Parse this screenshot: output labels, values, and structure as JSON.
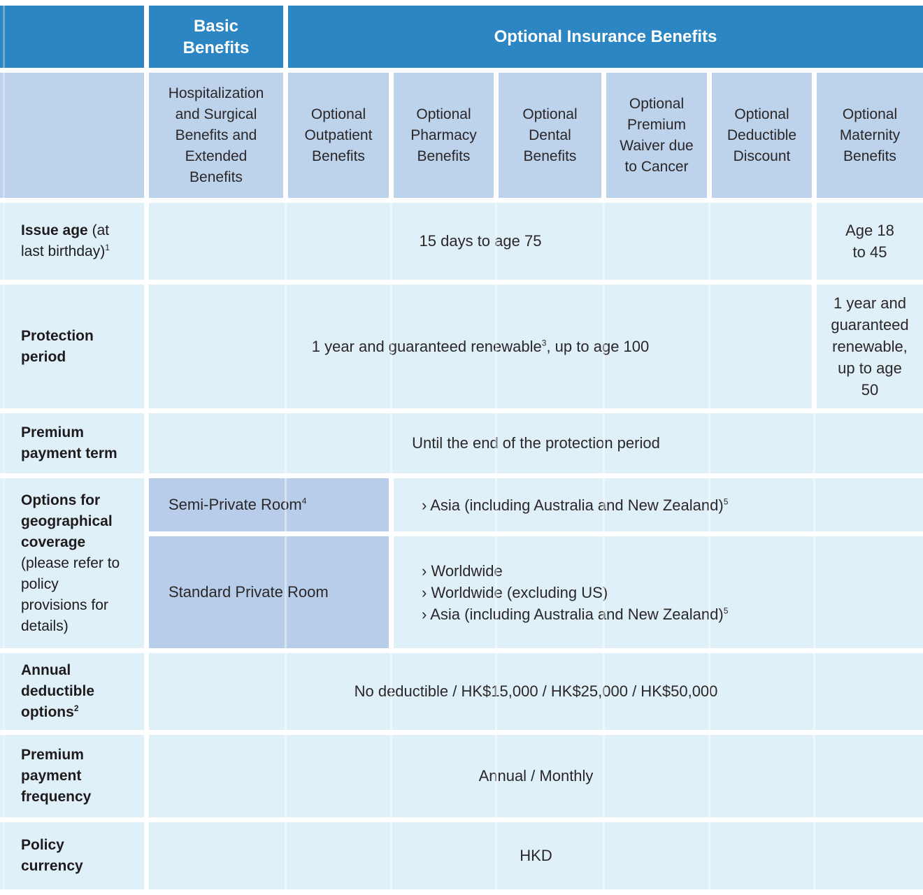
{
  "colors": {
    "header_blue": "#2b86c3",
    "column_header_blue": "#bdd2eb",
    "body_row_blue": "#dff0f9",
    "highlight_cell_blue": "#b7cdea",
    "header_text": "#ffffff",
    "body_text": "#262223"
  },
  "header": {
    "basic": "Basic\nBenefits",
    "optional": "Optional Insurance Benefits"
  },
  "columns": [
    "Hospitalization and Surgical Benefits and Extended Benefits",
    "Optional Outpatient Benefits",
    "Optional Pharmacy Benefits",
    "Optional Dental Benefits",
    "Optional Premium Waiver due to Cancer",
    "Optional Deductible Discount",
    "Optional Maternity Benefits"
  ],
  "rows": {
    "issue_age": {
      "label_bold": "Issue age",
      "label_normal": "(at last birthday)",
      "label_sup": "1",
      "value": "15 days to age 75",
      "maternity": "Age 18\nto 45"
    },
    "protection": {
      "label_bold": "Protection period",
      "value_main": "1 year and guaranteed renewable",
      "value_sup": "3",
      "value_tail": ", up to age 100",
      "maternity": "1 year and\nguaranteed\nrenewable,\nup to age\n50"
    },
    "premium_term": {
      "label_bold": "Premium payment term",
      "value": "Until the end of the protection period"
    },
    "geo": {
      "label_bold": "Options for geographical coverage",
      "label_normal": "(please refer to policy provisions for details)",
      "sub1": {
        "room": "Semi-Private Room",
        "room_sup": "4",
        "options": [
          {
            "bullet": "›",
            "text": "Asia (including Australia and New Zealand)",
            "sup": "5"
          }
        ]
      },
      "sub2": {
        "room": "Standard Private Room",
        "options": [
          {
            "bullet": "›",
            "text": "Worldwide"
          },
          {
            "bullet": "›",
            "text": "Worldwide (excluding US)"
          },
          {
            "bullet": "›",
            "text": "Asia (including Australia and New Zealand)",
            "sup": "5"
          }
        ]
      }
    },
    "deductible": {
      "label_bold": "Annual deductible options",
      "label_sup": "2",
      "value": "No deductible / HK$15,000 / HK$25,000 / HK$50,000"
    },
    "frequency": {
      "label_bold": "Premium payment frequency",
      "value": "Annual / Monthly"
    },
    "currency": {
      "label_bold": "Policy currency",
      "value": "HKD"
    }
  }
}
